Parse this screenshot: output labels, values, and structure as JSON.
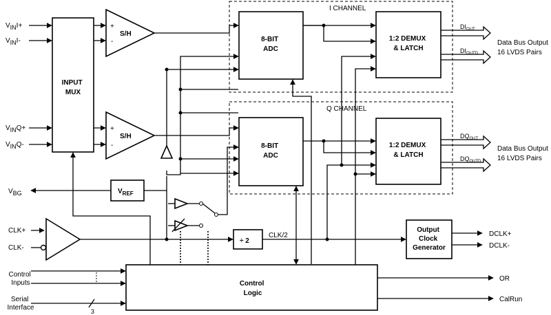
{
  "channels": {
    "i": "I CHANNEL",
    "q": "Q CHANNEL"
  },
  "blocks": {
    "input_mux": [
      "INPUT",
      "MUX"
    ],
    "sh": "S/H",
    "adc": [
      "8-BIT",
      "ADC"
    ],
    "demux": [
      "1:2 DEMUX",
      "& LATCH"
    ],
    "vref_main": "V",
    "vref_sub": "REF",
    "div2": "÷ 2",
    "ocg": [
      "Output",
      "Clock",
      "Generator"
    ],
    "control": [
      "Control",
      "Logic"
    ]
  },
  "inputs": {
    "vinip_main": "V",
    "vinip_sub": "IN",
    "vinip_tail": "I+",
    "vinim_main": "V",
    "vinim_sub": "IN",
    "vinim_tail": "I-",
    "vinqp_main": "V",
    "vinqp_sub": "IN",
    "vinqp_tail": "Q+",
    "vinqm_main": "V",
    "vinqm_sub": "IN",
    "vinqm_tail": "Q-",
    "vbg_main": "V",
    "vbg_sub": "BG",
    "clkp": "CLK+",
    "clkm": "CLK-",
    "control_inputs": [
      "Control",
      "Inputs"
    ],
    "serial_interface": [
      "Serial",
      "Interface"
    ],
    "bus_width": "3"
  },
  "signals": {
    "clk2": "CLK/2",
    "plus": "+",
    "minus": "-",
    "di_out": "DI",
    "di_out_sub": "OUT",
    "di_outd": "DI",
    "di_outd_sub": "OUTD",
    "dq_out": "DQ",
    "dq_out_sub": "OUT",
    "dq_outd": "DQ",
    "dq_outd_sub": "OUTD"
  },
  "outputs": {
    "bus_i": [
      "Data Bus Output",
      "16 LVDS Pairs"
    ],
    "bus_q": [
      "Data Bus Output",
      "16 LVDS Pairs"
    ],
    "dclkp": "DCLK+",
    "dclkm": "DCLK-",
    "or": "OR",
    "calrun": "CalRun"
  }
}
